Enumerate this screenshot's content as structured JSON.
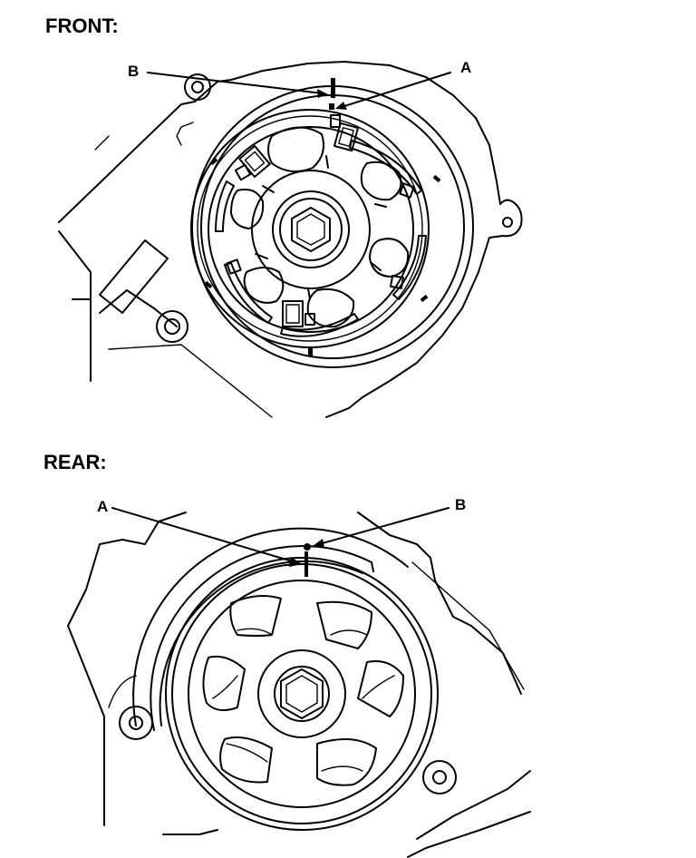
{
  "headings": {
    "front": "FRONT:",
    "rear": "REAR:"
  },
  "front_diagram": {
    "callouts": {
      "a": "A",
      "b": "B"
    }
  },
  "rear_diagram": {
    "callouts": {
      "a": "A",
      "b": "B"
    }
  }
}
